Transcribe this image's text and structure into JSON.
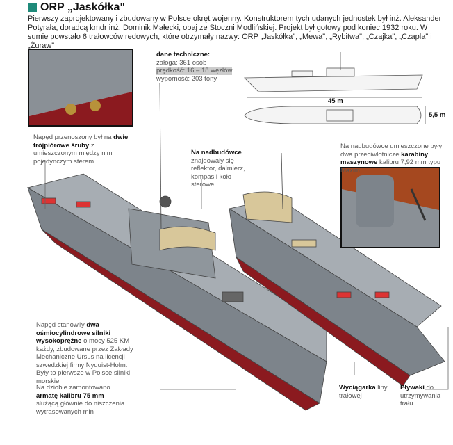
{
  "header": {
    "title": "ORP „Jaskółka\"",
    "icon": "pen-icon",
    "intro": "Pierwszy zaprojektowany i zbudowany w Polsce okręt wojenny. Konstruktorem tych udanych jednostek był inż. Aleksander Potyrała, doradcą kmdr inż. Dominik Małecki, obaj ze Stoczni Modlińskiej. Projekt był gotowy pod koniec 1932 roku. W sumie powstało 6 trałowców redowych, które otrzymały nazwy: ORP „Jaskółka\", „Mewa\", „Rybitwa\", „Czajka\", „Czapla\" i „Żuraw\""
  },
  "specs": {
    "heading": "dane techniczne:",
    "crew": "załoga: 361 osób",
    "speed": "prędkość: 16 – 18 węzłów",
    "displacement": "wyporność: 203 tony"
  },
  "dimensions": {
    "length": "45 m",
    "beam": "5,5 m"
  },
  "annotations": {
    "propulsion": {
      "pre": "Napęd przenoszony był na ",
      "bold": "dwie trójpiórowe śruby",
      "post": " z umieszczonym między nimi pojedynczym sterem"
    },
    "superstructure": {
      "bold": "Na nadbudówce",
      "post": " znajdowały się reflektor, dalmierz, kompas i koło sterowe"
    },
    "machine_guns": {
      "pre": "Na nadbudówce umieszczone były dwa przeciwlotnicze ",
      "bold": "karabiny maszynowe",
      "post": " kalibru 7,92 mm typu Maxim"
    },
    "engines": {
      "pre": "Napęd stanowiły ",
      "bold": "dwa ośmiocylindrowe silniki wysokoprężne",
      "post": " o mocy 525 KM każdy, zbudowane przez Zakłady Mechaniczne Ursus na licencji szwedzkiej firmy Nyquist-Holm. Były to pierwsze w Polsce silniki morskie"
    },
    "gun": {
      "pre": "Na dziobie zamontowano ",
      "bold": "armatę kalibru 75 mm",
      "post": " służącą głównie do niszczenia wytrasowanych min"
    },
    "winch": {
      "bold": "Wyciągarka",
      "post": " liny trałowej"
    },
    "floats": {
      "bold": "Pływaki",
      "post": " do utrzymywania trału"
    }
  },
  "colors": {
    "accent": "#1f8a7a",
    "hull_red": "#8b1a1f",
    "hull_grey": "#8a9096"
  }
}
